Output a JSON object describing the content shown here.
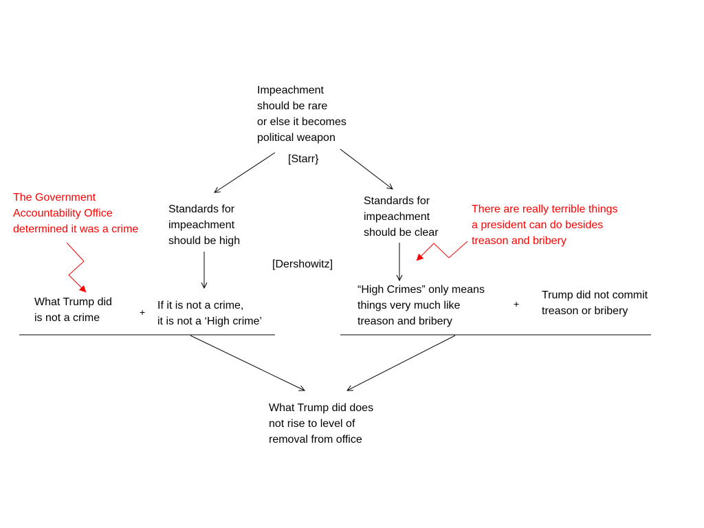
{
  "nodes": {
    "top": {
      "lines": [
        "Impeachment",
        "should be rare",
        "or else it becomes",
        "political weapon"
      ]
    },
    "starr": {
      "lines": [
        "[Starr}"
      ]
    },
    "left_standard": {
      "lines": [
        "Standards for",
        "impeachment",
        "should be high"
      ]
    },
    "right_standard": {
      "lines": [
        "Standards for",
        "impeachment",
        "should be clear"
      ]
    },
    "gao_note": {
      "lines": [
        "The Government",
        "Accountability Office",
        "determined it was a crime"
      ]
    },
    "terrible_note": {
      "lines": [
        "There are really terrible things",
        "a president can do besides",
        "treason and bribery"
      ]
    },
    "dershowitz": {
      "lines": [
        "[Dershowitz]"
      ]
    },
    "not_crime": {
      "lines": [
        "What Trump did",
        "is not a crime"
      ]
    },
    "not_high_crime": {
      "lines": [
        "If it is not a crime,",
        "it is not a ‘High crime’"
      ]
    },
    "high_crimes": {
      "lines": [
        "“High Crimes” only means",
        "things very much like",
        "treason and bribery"
      ]
    },
    "no_treason": {
      "lines": [
        "Trump did not commit",
        "treason or bribery"
      ]
    },
    "conclusion": {
      "lines": [
        "What Trump did does",
        "not rise to level of",
        "removal from office"
      ]
    }
  },
  "operators": {
    "plus_left": "+",
    "plus_right": "+"
  },
  "colors": {
    "text": "#000000",
    "counterpoint": "#ff0000",
    "background": "#ffffff"
  }
}
